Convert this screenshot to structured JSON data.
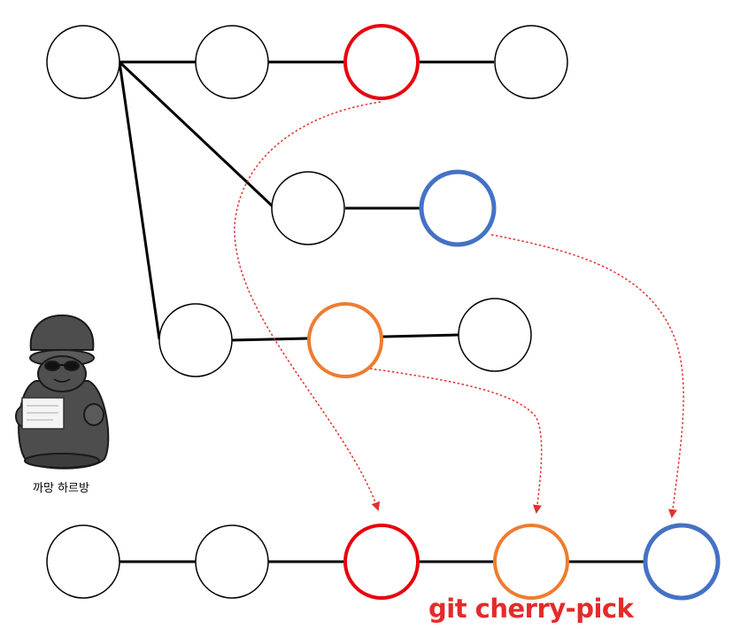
{
  "mascot": {
    "label": "까망 하르방"
  },
  "command": {
    "label": "git cherry-pick"
  },
  "colors": {
    "red": "#e8000e",
    "orange": "#ed7d31",
    "blue": "#4472c4",
    "arrow": "#e23030",
    "line": "#000000"
  },
  "graph": {
    "branches": [
      {
        "id": "branch-1",
        "commits": [
          "plain",
          "plain",
          "red",
          "plain"
        ]
      },
      {
        "id": "branch-2",
        "commits": [
          "plain",
          "blue"
        ]
      },
      {
        "id": "branch-3",
        "commits": [
          "plain",
          "orange",
          "plain"
        ]
      },
      {
        "id": "target-branch",
        "commits": [
          "plain",
          "plain",
          "red",
          "orange",
          "blue"
        ]
      }
    ],
    "cherry_picks": [
      {
        "from": "red",
        "to": "red"
      },
      {
        "from": "orange",
        "to": "orange"
      },
      {
        "from": "blue",
        "to": "blue"
      }
    ]
  }
}
